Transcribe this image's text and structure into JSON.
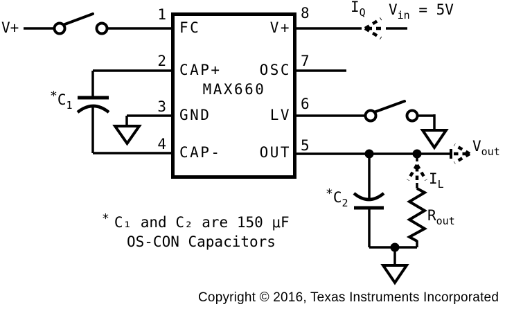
{
  "diagram": {
    "ic": {
      "name": "MAX660",
      "left_pins": [
        {
          "num": "1",
          "label": "FC"
        },
        {
          "num": "2",
          "label": "CAP+"
        },
        {
          "num": "3",
          "label": "GND"
        },
        {
          "num": "4",
          "label": "CAP-"
        }
      ],
      "right_pins": [
        {
          "num": "8",
          "label": "V+"
        },
        {
          "num": "7",
          "label": "OSC"
        },
        {
          "num": "6",
          "label": "LV"
        },
        {
          "num": "5",
          "label": "OUT"
        }
      ]
    },
    "labels": {
      "v_plus": "V+",
      "i_q": {
        "base": "I",
        "sub": "Q"
      },
      "v_in": {
        "base": "V",
        "sub": "in",
        "suffix": " = 5V"
      },
      "v_out": {
        "base": "V",
        "sub": "out"
      },
      "i_l": {
        "base": "I",
        "sub": "L"
      },
      "r_out": {
        "base": "R",
        "sub": "out"
      },
      "c1": {
        "star": "*",
        "base": "C",
        "sub": "1"
      },
      "c2": {
        "star": "*",
        "base": "C",
        "sub": "2"
      }
    },
    "note": {
      "star": "*",
      "line1": "C₁ and C₂ are 150 μF",
      "line2": "OS-CON Capacitors"
    },
    "copyright": "Copyright © 2016, Texas Instruments Incorporated",
    "colors": {
      "ink": "#000000",
      "background": "#ffffff"
    }
  }
}
